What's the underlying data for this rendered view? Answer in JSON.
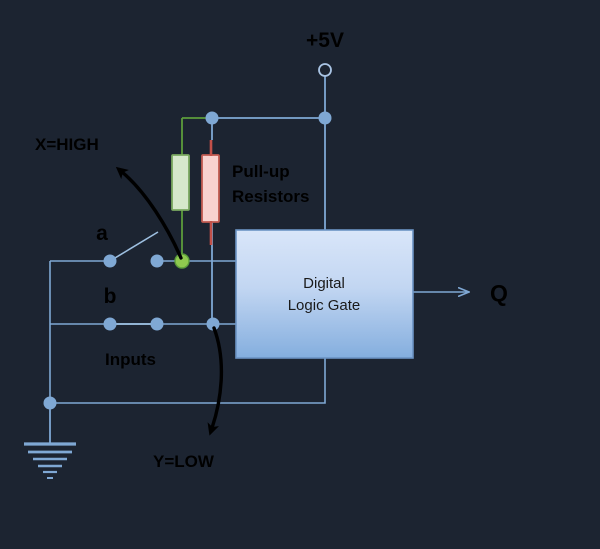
{
  "diagram": {
    "title_supply": "+5V",
    "background_color": "#1c2431",
    "wire_color": "#7fa8d4",
    "node_color": "#7fa8d4",
    "labels": {
      "supply": "+5V",
      "x_state": "X=HIGH",
      "y_state": "Y=LOW",
      "pullup": "Pull-up",
      "resistors": "Resistors",
      "input_a": "a",
      "input_b": "b",
      "inputs": "Inputs",
      "gate_line1": "Digital",
      "gate_line2": "Logic Gate",
      "output": "Q"
    },
    "components": {
      "resistor_x": {
        "name": "pull-up-resistor-x",
        "fill": "#d6e8cc",
        "stroke": "#7aa860",
        "lead_color": "#5c9c3c"
      },
      "resistor_y": {
        "name": "pull-up-resistor-y",
        "fill": "#f8d2cf",
        "stroke": "#c05a50",
        "lead_color": "#c25049"
      },
      "gate": {
        "name": "digital-logic-gate",
        "fill_top": "#d4e3f7",
        "fill_bottom": "#84aede",
        "stroke": "#6b93c4"
      },
      "node_high": {
        "name": "node-x-high",
        "color": "#8fc94f",
        "stroke": "#5c9c3c"
      }
    },
    "switches": {
      "a": {
        "label": "a",
        "state": "open"
      },
      "b": {
        "label": "b",
        "state": "closed"
      }
    }
  }
}
